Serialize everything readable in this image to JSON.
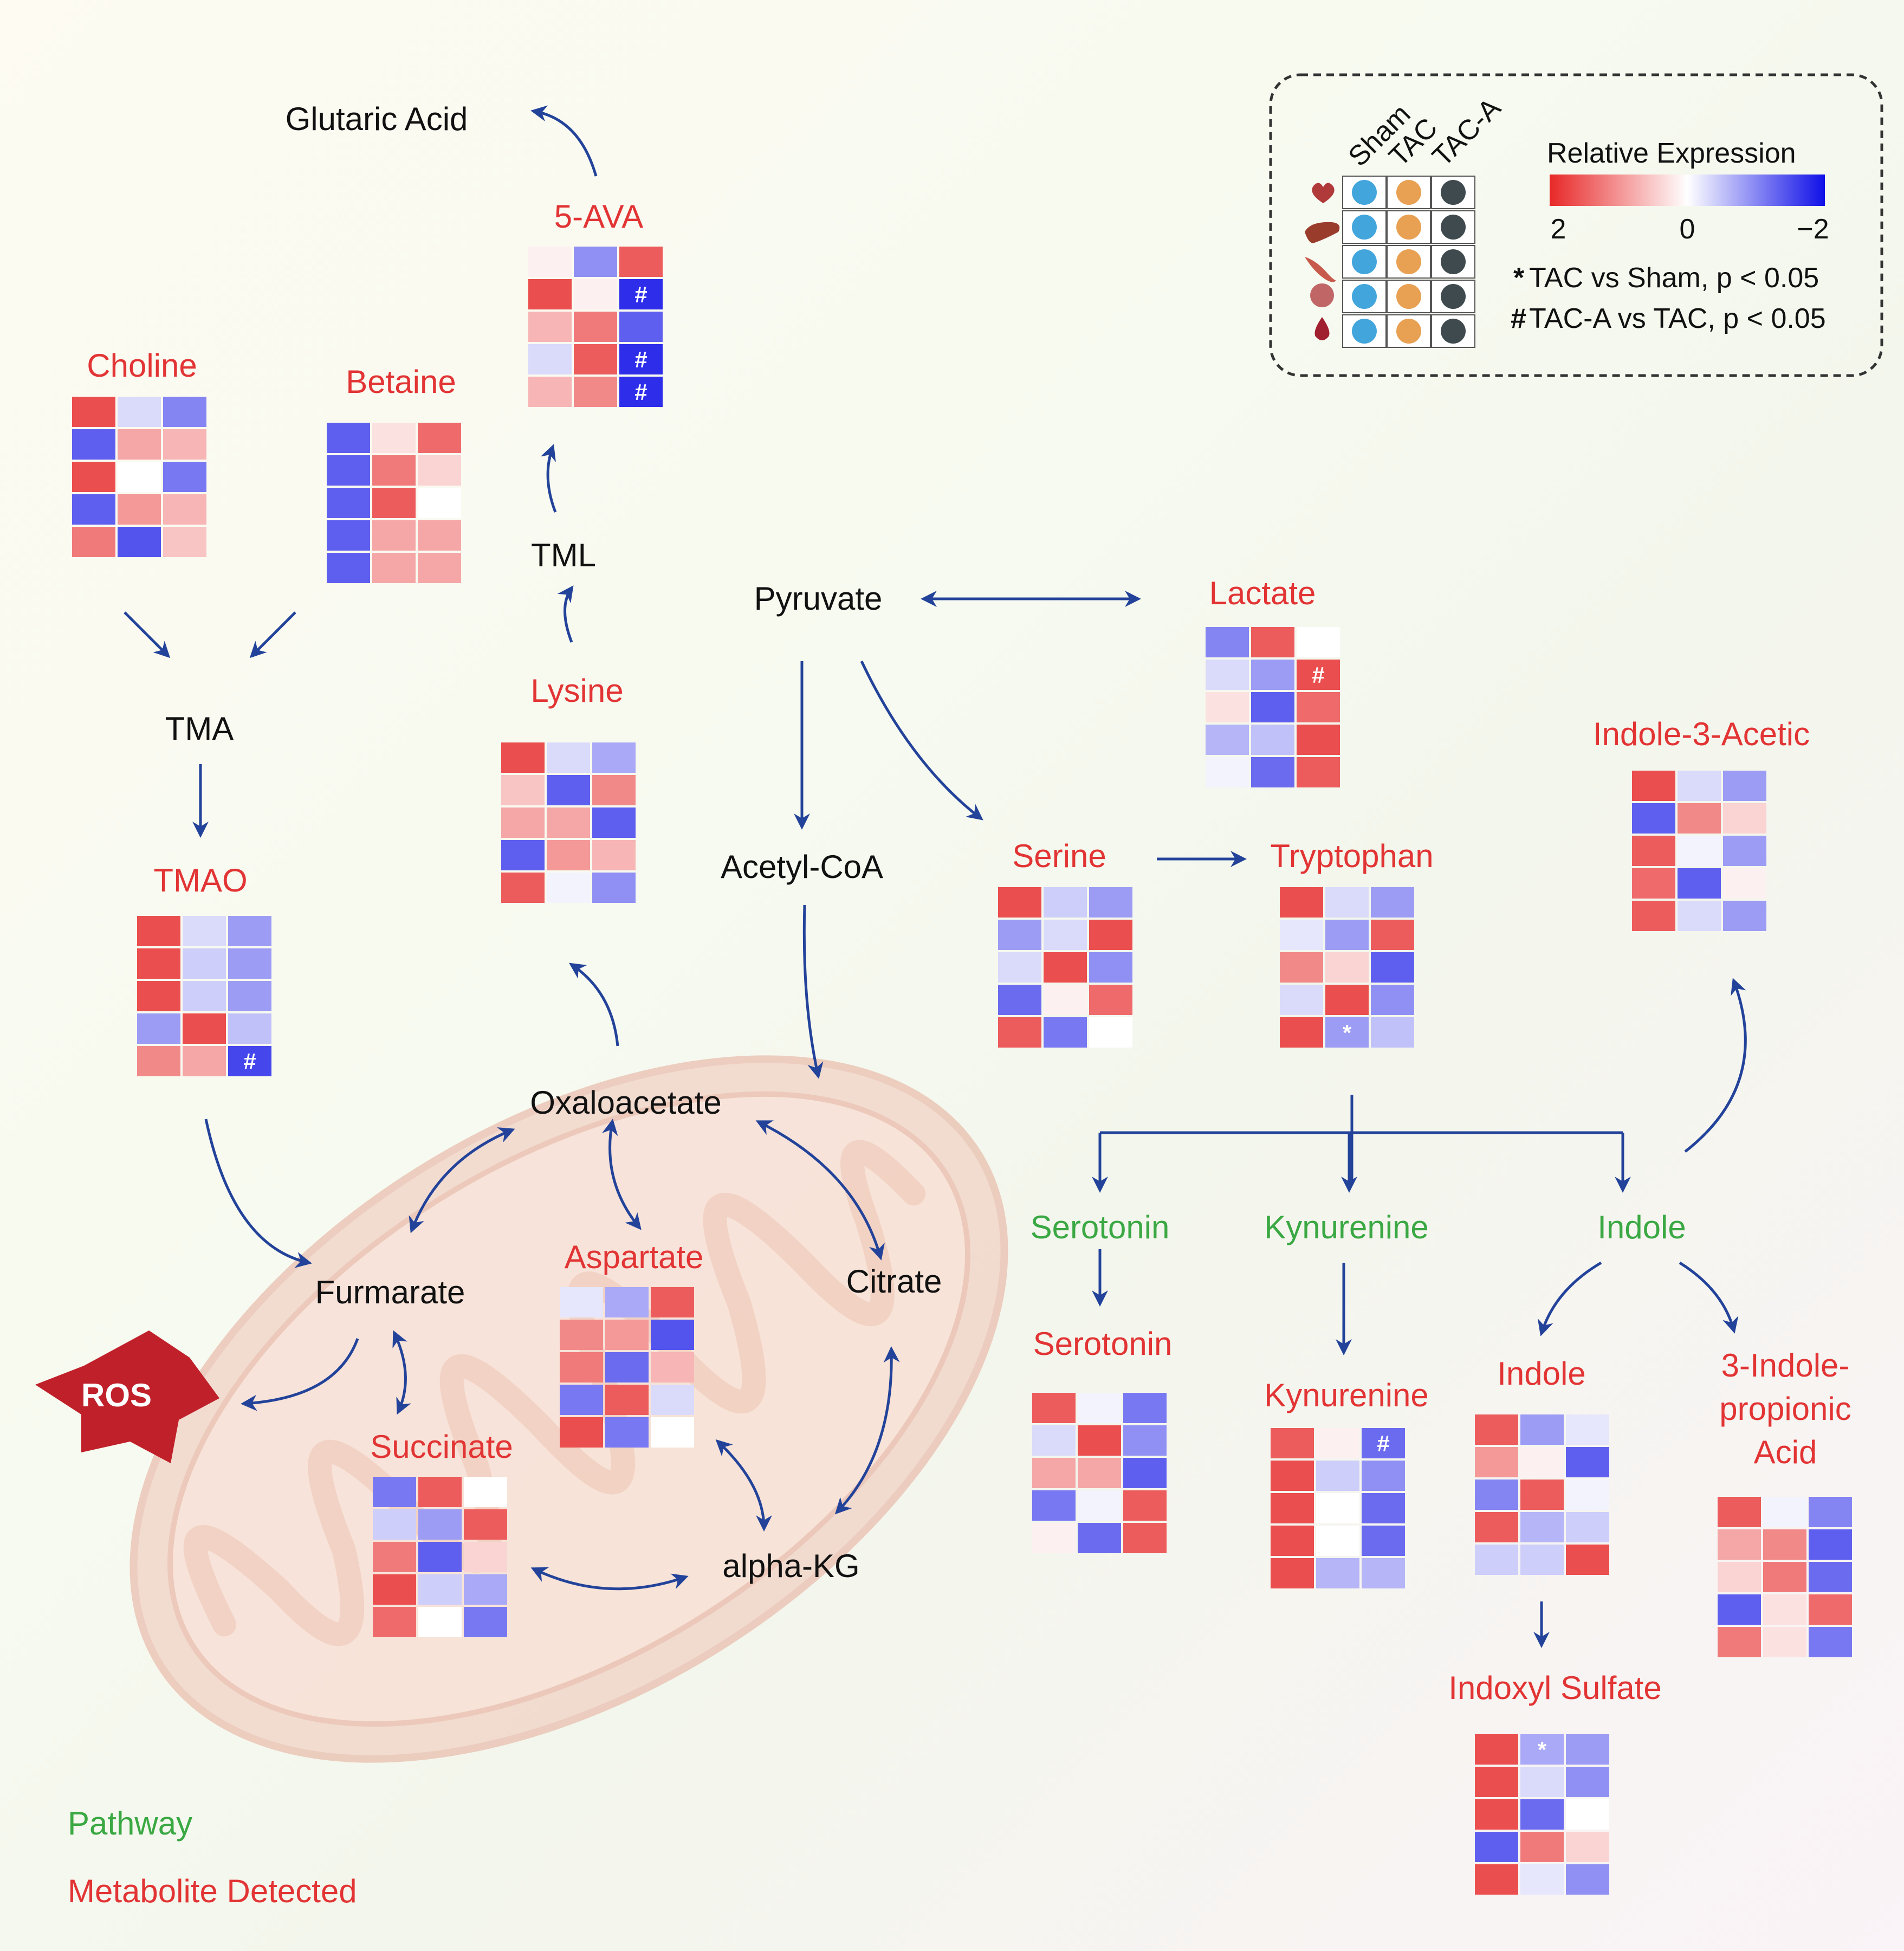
{
  "colors": {
    "metabolite": "#e23434",
    "pathway": "#3aa843",
    "arrow": "#23439a",
    "sham": "#42a5dc",
    "tac": "#e8a052",
    "taca": "#3f4a4e",
    "high": "#e83030",
    "low": "#1515e8"
  },
  "labels": {
    "glutaric_acid": "Glutaric Acid",
    "ava": "5-AVA",
    "choline": "Choline",
    "betaine": "Betaine",
    "tml": "TML",
    "tma": "TMA",
    "tmao": "TMAO",
    "lysine": "Lysine",
    "pyruvate": "Pyruvate",
    "lactate": "Lactate",
    "acetyl_coa": "Acetyl-CoA",
    "serine": "Serine",
    "tryptophan": "Tryptophan",
    "iaa": "Indole-3-Acetic",
    "oxaloacetate": "Oxaloacetate",
    "furmarate": "Furmarate",
    "aspartate": "Aspartate",
    "citrate": "Citrate",
    "ros": "ROS",
    "succinate": "Succinate",
    "alpha_kg": "alpha-KG",
    "serotonin_path": "Serotonin",
    "kynurenine_path": "Kynurenine",
    "indole_path": "Indole",
    "serotonin": "Serotonin",
    "kynurenine": "Kynurenine",
    "indole": "Indole",
    "ipa_1": "3-Indole-",
    "ipa_2": "propionic",
    "ipa_3": "Acid",
    "indoxyl_sulfate": "Indoxyl Sulfate"
  },
  "legend": {
    "groups": [
      "Sham",
      "TAC",
      "TAC-A"
    ],
    "tissue_icons": [
      "heart-icon",
      "liver-icon",
      "muscle-icon",
      "kidney-icon",
      "blood-drop-icon"
    ],
    "scale_title": "Relative Expression",
    "scale_ticks": [
      "2",
      "0",
      "−2"
    ],
    "star_note": "TAC vs Sham, p < 0.05",
    "hash_note": "TAC-A vs TAC, p < 0.05",
    "star_symbol": "*",
    "hash_symbol": "#"
  },
  "key": {
    "pathway": "Pathway",
    "metabolite": "Metabolite Detected"
  },
  "heatmaps": {
    "ava": {
      "values": [
        [
          0.1,
          -0.9,
          1.1
        ],
        [
          1.2,
          0.1,
          -1.7
        ],
        [
          0.5,
          0.9,
          -1.3
        ],
        [
          -0.3,
          1.1,
          -1.7
        ],
        [
          0.5,
          0.8,
          -1.7
        ]
      ],
      "marks": [
        [
          "",
          "",
          ""
        ],
        [
          "",
          "",
          "#"
        ],
        [
          "",
          "",
          ""
        ],
        [
          "",
          "",
          "#"
        ],
        [
          "",
          "",
          "#"
        ]
      ]
    },
    "choline": {
      "values": [
        [
          1.2,
          -0.3,
          -1.0
        ],
        [
          -1.3,
          0.6,
          0.5
        ],
        [
          1.2,
          0.0,
          -1.1
        ],
        [
          -1.3,
          0.7,
          0.5
        ],
        [
          0.9,
          -1.4,
          0.4
        ]
      ],
      "marks": null
    },
    "betaine": {
      "values": [
        [
          -1.3,
          0.2,
          1.0
        ],
        [
          -1.3,
          0.9,
          0.3
        ],
        [
          -1.3,
          1.1,
          0.0
        ],
        [
          -1.3,
          0.6,
          0.6
        ],
        [
          -1.3,
          0.6,
          0.6
        ]
      ],
      "marks": null
    },
    "tmao": {
      "values": [
        [
          1.2,
          -0.3,
          -0.8
        ],
        [
          1.2,
          -0.4,
          -0.8
        ],
        [
          1.2,
          -0.4,
          -0.8
        ],
        [
          -0.8,
          1.2,
          -0.5
        ],
        [
          0.8,
          0.6,
          -1.5
        ]
      ],
      "marks": [
        [
          "",
          "",
          ""
        ],
        [
          "",
          "",
          ""
        ],
        [
          "",
          "",
          ""
        ],
        [
          "",
          "",
          ""
        ],
        [
          "",
          "",
          "#"
        ]
      ]
    },
    "lysine": {
      "values": [
        [
          1.2,
          -0.3,
          -0.7
        ],
        [
          0.4,
          -1.3,
          0.8
        ],
        [
          0.6,
          0.6,
          -1.3
        ],
        [
          -1.3,
          0.7,
          0.5
        ],
        [
          1.1,
          -0.1,
          -0.9
        ]
      ],
      "marks": null
    },
    "lactate": {
      "values": [
        [
          -1.0,
          1.1,
          0.0
        ],
        [
          -0.3,
          -0.8,
          1.2
        ],
        [
          0.2,
          -1.3,
          1.0
        ],
        [
          -0.6,
          -0.5,
          1.2
        ],
        [
          -0.1,
          -1.2,
          1.1
        ]
      ],
      "marks": [
        [
          "",
          "",
          ""
        ],
        [
          "",
          "",
          "#"
        ],
        [
          "",
          "",
          ""
        ],
        [
          "",
          "",
          ""
        ],
        [
          "",
          "",
          ""
        ]
      ]
    },
    "serine": {
      "values": [
        [
          1.2,
          -0.4,
          -0.8
        ],
        [
          -0.8,
          -0.3,
          1.2
        ],
        [
          -0.3,
          1.2,
          -0.9
        ],
        [
          -1.2,
          0.1,
          1.0
        ],
        [
          1.1,
          -1.1,
          0.0
        ]
      ],
      "marks": null
    },
    "tryptophan": {
      "values": [
        [
          1.2,
          -0.3,
          -0.8
        ],
        [
          -0.2,
          -0.8,
          1.1
        ],
        [
          0.8,
          0.3,
          -1.3
        ],
        [
          -0.3,
          1.2,
          -0.9
        ],
        [
          1.2,
          -0.8,
          -0.5
        ]
      ],
      "marks": [
        [
          "",
          "",
          ""
        ],
        [
          "",
          "",
          ""
        ],
        [
          "",
          "",
          ""
        ],
        [
          "",
          "",
          ""
        ],
        [
          "",
          "*",
          ""
        ]
      ]
    },
    "iaa": {
      "values": [
        [
          1.2,
          -0.3,
          -0.8
        ],
        [
          -1.3,
          0.8,
          0.3
        ],
        [
          1.1,
          -0.1,
          -0.8
        ],
        [
          1.0,
          -1.3,
          0.1
        ],
        [
          1.1,
          -0.3,
          -0.8
        ]
      ],
      "marks": null
    },
    "aspartate": {
      "values": [
        [
          -0.2,
          -0.7,
          1.1
        ],
        [
          0.8,
          0.7,
          -1.4
        ],
        [
          0.9,
          -1.2,
          0.5
        ],
        [
          -1.1,
          1.1,
          -0.3
        ],
        [
          1.2,
          -1.1,
          0.0
        ]
      ],
      "marks": null
    },
    "succinate": {
      "values": [
        [
          -1.1,
          1.1,
          0.0
        ],
        [
          -0.4,
          -0.8,
          1.1
        ],
        [
          0.9,
          -1.3,
          0.3
        ],
        [
          1.2,
          -0.4,
          -0.7
        ],
        [
          1.0,
          0.0,
          -1.1
        ]
      ],
      "marks": null
    },
    "serotonin": {
      "values": [
        [
          1.1,
          -0.1,
          -1.1
        ],
        [
          -0.3,
          1.2,
          -0.9
        ],
        [
          0.6,
          0.6,
          -1.3
        ],
        [
          -1.1,
          -0.1,
          1.1
        ],
        [
          0.1,
          -1.2,
          1.1
        ]
      ],
      "marks": null
    },
    "kynurenine": {
      "values": [
        [
          1.1,
          0.1,
          -1.2
        ],
        [
          1.2,
          -0.4,
          -0.9
        ],
        [
          1.2,
          0.0,
          -1.2
        ],
        [
          1.2,
          0.0,
          -1.2
        ],
        [
          1.2,
          -0.6,
          -0.6
        ]
      ],
      "marks": [
        [
          "",
          "",
          "#"
        ],
        [
          "",
          "",
          ""
        ],
        [
          "",
          "",
          ""
        ],
        [
          "",
          "",
          ""
        ],
        [
          "",
          "",
          ""
        ]
      ]
    },
    "indole": {
      "values": [
        [
          1.1,
          -0.8,
          -0.2
        ],
        [
          0.7,
          0.1,
          -1.3
        ],
        [
          -1.0,
          1.1,
          -0.1
        ],
        [
          1.1,
          -0.6,
          -0.4
        ],
        [
          -0.4,
          -0.4,
          1.2
        ]
      ],
      "marks": null
    },
    "ipa": {
      "values": [
        [
          1.1,
          -0.1,
          -1.0
        ],
        [
          0.6,
          0.8,
          -1.3
        ],
        [
          0.3,
          0.9,
          -1.2
        ],
        [
          -1.3,
          0.2,
          1.0
        ],
        [
          0.9,
          0.2,
          -1.1
        ]
      ],
      "marks": null
    },
    "indoxyl": {
      "values": [
        [
          1.2,
          -0.7,
          -0.8
        ],
        [
          1.2,
          -0.3,
          -0.9
        ],
        [
          1.2,
          -1.2,
          0.0
        ],
        [
          -1.3,
          0.9,
          0.3
        ],
        [
          1.2,
          -0.2,
          -0.9
        ]
      ],
      "marks": [
        [
          "",
          "*",
          ""
        ],
        [
          "",
          "",
          ""
        ],
        [
          "",
          "",
          ""
        ],
        [
          "",
          "",
          ""
        ],
        [
          "",
          "",
          ""
        ]
      ]
    }
  }
}
